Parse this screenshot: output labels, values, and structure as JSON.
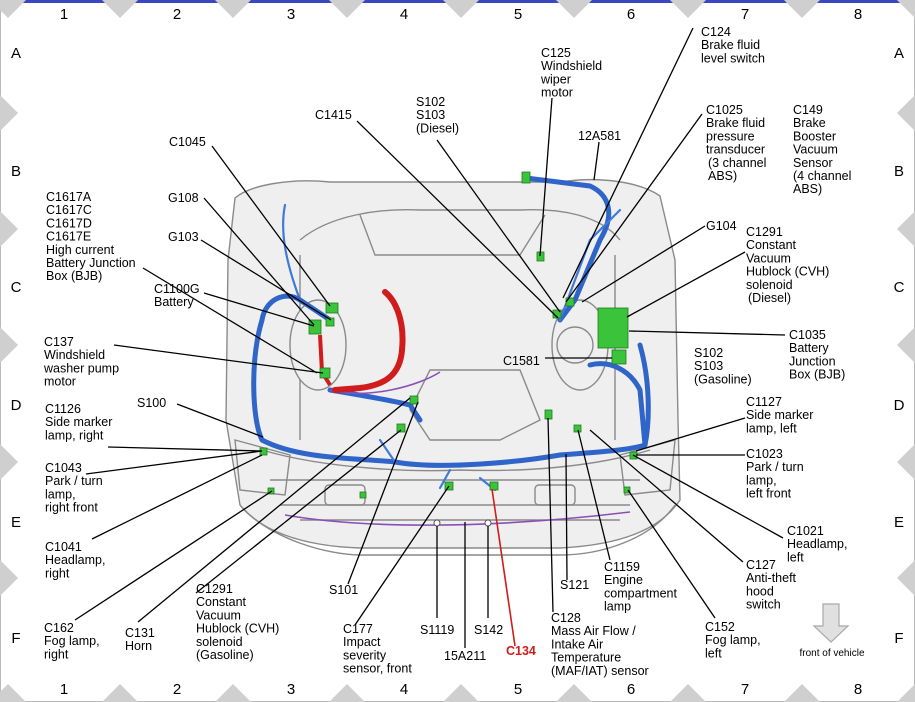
{
  "grid": {
    "columns": [
      "1",
      "2",
      "3",
      "4",
      "5",
      "6",
      "7",
      "8"
    ],
    "rows": [
      "A",
      "B",
      "C",
      "D",
      "E",
      "F"
    ]
  },
  "colors": {
    "harness": "#2f64c8",
    "battery_cable": "#d01c1c",
    "connector": "#3cc33c",
    "highlight_label": "#d01c1c",
    "purple_wire": "#8a4fb5"
  },
  "callouts": {
    "c124": [
      "C124",
      "Brake fluid",
      "level switch"
    ],
    "c125": [
      "C125",
      "Windshield",
      "wiper",
      "motor"
    ],
    "s102_diesel": [
      "S102",
      "S103",
      "(Diesel)"
    ],
    "c1415": [
      "C1415"
    ],
    "a12581": [
      "12A581"
    ],
    "c1025": [
      "C1025",
      "Brake fluid",
      "pressure",
      "transducer",
      "(3 channel",
      "ABS)"
    ],
    "c149": [
      "C149",
      "Brake",
      "Booster",
      "Vacuum",
      "Sensor",
      "(4 channel",
      "ABS)"
    ],
    "c1045": [
      "C1045"
    ],
    "c1617": [
      "C1617A",
      "C1617C",
      "C1617D",
      "C1617E",
      "High current",
      "Battery Junction",
      "Box (BJB)"
    ],
    "g108": [
      "G108"
    ],
    "g103": [
      "G103"
    ],
    "g104": [
      "G104"
    ],
    "c1291_diesel": [
      "C1291",
      "Constant",
      "Vacuum",
      "Hublock (CVH)",
      "solenoid",
      "(Diesel)"
    ],
    "c1100g": [
      "C1100G",
      "Battery"
    ],
    "c1035": [
      "C1035",
      "Battery",
      "Junction",
      "Box (BJB)"
    ],
    "c137": [
      "C137",
      "Windshield",
      "washer pump",
      "motor"
    ],
    "c1581": [
      "C1581"
    ],
    "s102_gas": [
      "S102",
      "S103",
      "(Gasoline)"
    ],
    "s100": [
      "S100"
    ],
    "c1126": [
      "C1126",
      "Side marker",
      "lamp, right"
    ],
    "c1127": [
      "C1127",
      "Side marker",
      "lamp, left"
    ],
    "c1043": [
      "C1043",
      "Park / turn",
      "lamp,",
      "right front"
    ],
    "c1023": [
      "C1023",
      "Park / turn",
      "lamp,",
      "left front"
    ],
    "c1041": [
      "C1041",
      "Headlamp,",
      "right"
    ],
    "c1021": [
      "C1021",
      "Headlamp,",
      "left"
    ],
    "c127": [
      "C127",
      "Anti-theft",
      "hood",
      "switch"
    ],
    "c1159": [
      "C1159",
      "Engine",
      "compartment",
      "lamp"
    ],
    "s121": [
      "S121"
    ],
    "s101": [
      "S101"
    ],
    "c1291_gas": [
      "C1291",
      "Constant",
      "Vacuum",
      "Hublock (CVH)",
      "solenoid",
      "(Gasoline)"
    ],
    "c162": [
      "C162",
      "Fog lamp,",
      "right"
    ],
    "c131": [
      "C131",
      "Horn"
    ],
    "c177": [
      "C177",
      "Impact",
      "severity",
      "sensor, front"
    ],
    "s1119": [
      "S1119"
    ],
    "s142": [
      "S142"
    ],
    "a15211": [
      "15A211"
    ],
    "c134": [
      "C134"
    ],
    "c128": [
      "C128",
      "Mass Air Flow /",
      "Intake Air",
      "Temperature",
      "(MAF/IAT) sensor"
    ],
    "c152": [
      "C152",
      "Fog lamp,",
      "left"
    ]
  },
  "front_of_vehicle": "front of vehicle"
}
